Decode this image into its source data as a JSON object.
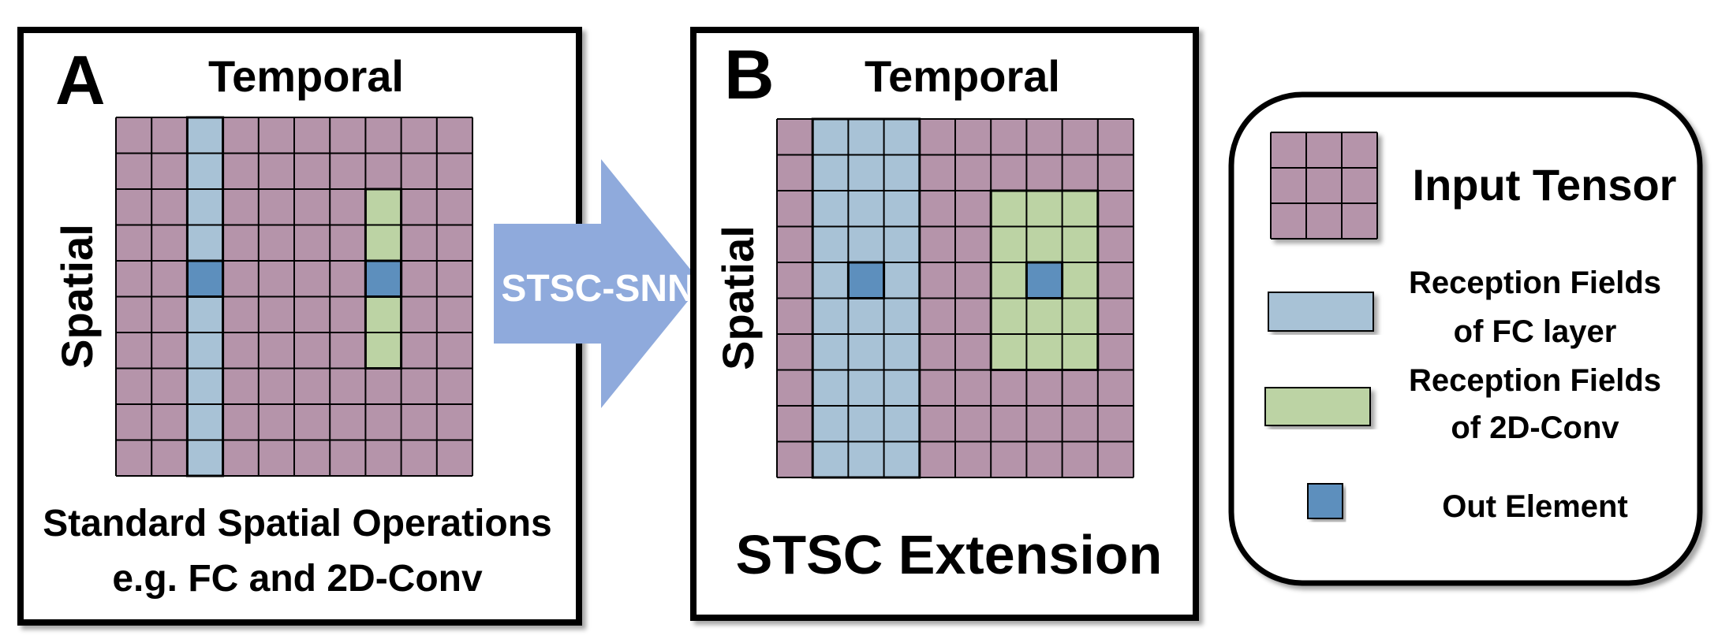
{
  "panelA": {
    "letter": "A",
    "axis_top": "Temporal",
    "axis_left": "Spatial",
    "caption_line1": "Standard Spatial Operations",
    "caption_line2": "e.g. FC and 2D-Conv"
  },
  "arrow": {
    "label": "STSC-SNN"
  },
  "panelB": {
    "letter": "B",
    "axis_top": "Temporal",
    "axis_left": "Spatial",
    "caption": "STSC Extension"
  },
  "legend": {
    "input_tensor": "Input Tensor",
    "fc_line1": "Reception Fields",
    "fc_line2": "of FC layer",
    "conv_line1": "Reception Fields",
    "conv_line2": "of 2D-Conv",
    "out_element": "Out Element"
  },
  "colors": {
    "input_cell": "#b594aa",
    "fc_field": "#a8c2d6",
    "conv_field": "#bcd3a4",
    "out_element": "#5d8fbd",
    "arrow": "#8faadc",
    "grid_line": "#000000",
    "border": "#000000"
  }
}
